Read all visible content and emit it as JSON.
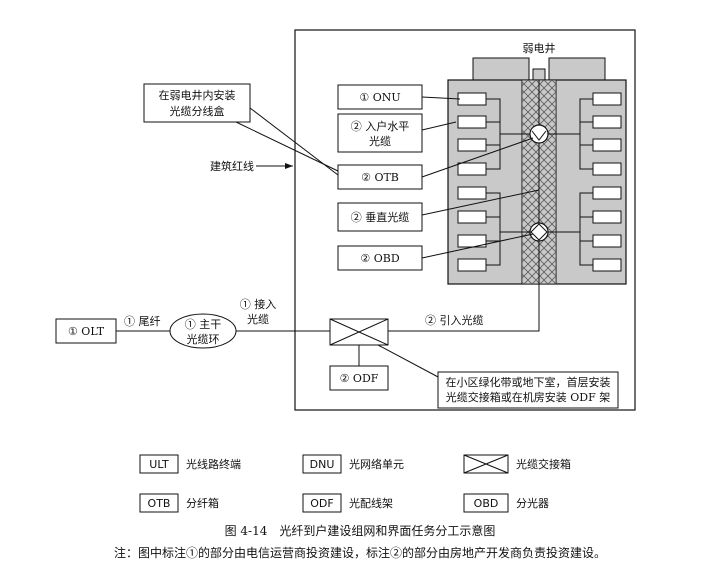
{
  "diagram": {
    "weak_shaft_label": "弱电井",
    "boxes": {
      "onu": "① ONU",
      "horizontal_cable_l1": "② 入户水平",
      "horizontal_cable_l2": "光缆",
      "otb": "② OTB",
      "vertical_cable": "② 垂直光缆",
      "obd": "② OBD",
      "olt": "① OLT",
      "odf": "② ODF"
    },
    "callouts": {
      "install_l1": "在弱电井内安装",
      "install_l2": "光缆分线盒",
      "red_line": "建筑红线",
      "community_l1": "在小区绿化带或地下室，首层安装",
      "community_l2": "光缆交接箱或在机房安装 ODF 架"
    },
    "links": {
      "tail_fiber": "① 尾纤",
      "trunk_l1": "① 主干",
      "trunk_l2": "光缆环",
      "access_l1": "① 接入",
      "access_l2": "光缆",
      "lead_in": "② 引入光缆"
    }
  },
  "legend": [
    {
      "abbr": "ULT",
      "desc": "光线路终端"
    },
    {
      "abbr": "DNU",
      "desc": "光网络单元"
    },
    {
      "abbr": "",
      "desc": "光缆交接箱"
    },
    {
      "abbr": "OTB",
      "desc": "分纤箱"
    },
    {
      "abbr": "ODF",
      "desc": "光配线架"
    },
    {
      "abbr": "OBD",
      "desc": "分光器"
    }
  ],
  "caption": {
    "title": "图 4-14　光纤到户建设组网和界面任务分工示意图",
    "note": "注：图中标注①的部分由电信运营商投资建设，标注②的部分由房地产开发商负责投资建设。"
  }
}
